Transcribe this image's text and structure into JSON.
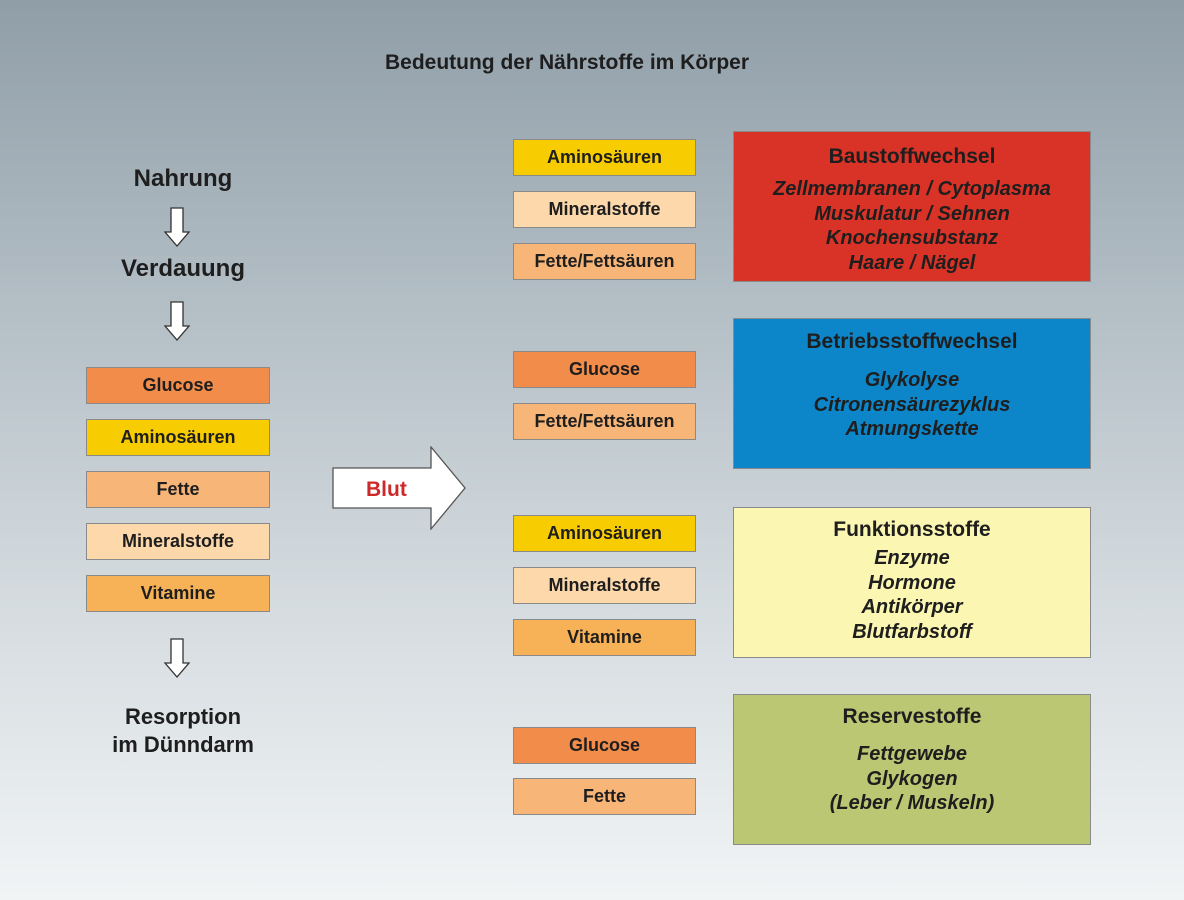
{
  "title": "Bedeutung der Nährstoffe im Körper",
  "flow": {
    "nahrung": "Nahrung",
    "verdauung": "Verdauung",
    "resorption_line1": "Resorption",
    "resorption_line2": "im Dünndarm"
  },
  "left_boxes": [
    "Glucose",
    "Aminosäuren",
    "Fette",
    "Mineralstoffe",
    "Vitamine"
  ],
  "blut": "Blut",
  "groups": [
    {
      "nutrients": [
        "Aminosäuren",
        "Mineralstoffe",
        "Fette/Fettsäuren"
      ],
      "category": {
        "title": "Baustoffwechsel",
        "items": [
          "Zellmembranen / Cytoplasma",
          "Muskulatur / Sehnen",
          "Knochensubstanz",
          "Haare / Nägel"
        ],
        "color": "#d93327"
      }
    },
    {
      "nutrients": [
        "Glucose",
        "Fette/Fettsäuren"
      ],
      "category": {
        "title": "Betriebsstoffwechsel",
        "items": [
          "Glykolyse",
          "Citronensäurezyklus",
          "Atmungskette"
        ],
        "color": "#0d86c9"
      }
    },
    {
      "nutrients": [
        "Aminosäuren",
        "Mineralstoffe",
        "Vitamine"
      ],
      "category": {
        "title": "Funktionsstoffe",
        "items": [
          "Enzyme",
          "Hormone",
          "Antikörper",
          "Blutfarbstoff"
        ],
        "color": "#fcf6b3"
      }
    },
    {
      "nutrients": [
        "Glucose",
        "Fette"
      ],
      "category": {
        "title": "Reservestoffe",
        "items": [
          "Fettgewebe",
          "Glykogen",
          "(Leber / Muskeln)"
        ],
        "color": "#bcc774"
      }
    }
  ],
  "colors": {
    "glucose": "#f28c4b",
    "aminosaeuren": "#f7cc00",
    "fette": "#f8b578",
    "mineralstoffe": "#fcd8aa",
    "vitamine": "#f7b156",
    "blut_text": "#cc2a2a"
  }
}
